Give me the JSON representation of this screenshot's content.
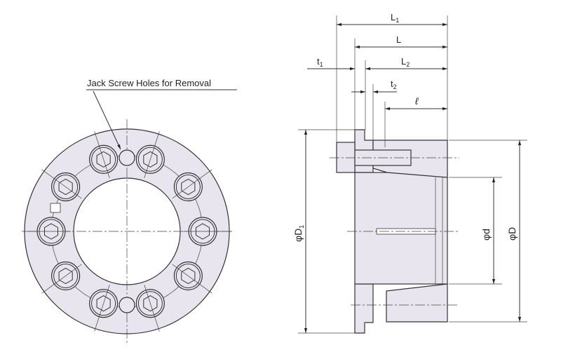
{
  "front_view": {
    "callout": "Jack Screw Holes for Removal",
    "bolt_count": 10,
    "jack_screw_hole_count": 2
  },
  "side_view": {
    "dimensions": {
      "L1": "L",
      "L1_sub": "1",
      "L": "L",
      "L2": "L",
      "L2_sub": "2",
      "t1": "t",
      "t1_sub": "1",
      "t2": "t",
      "t2_sub": "2",
      "l": "ℓ",
      "D1": "φD",
      "D1_sub": "1",
      "d": "φd",
      "D": "φD"
    }
  },
  "colors": {
    "fill": "#e9e5ef",
    "line": "#333333"
  }
}
